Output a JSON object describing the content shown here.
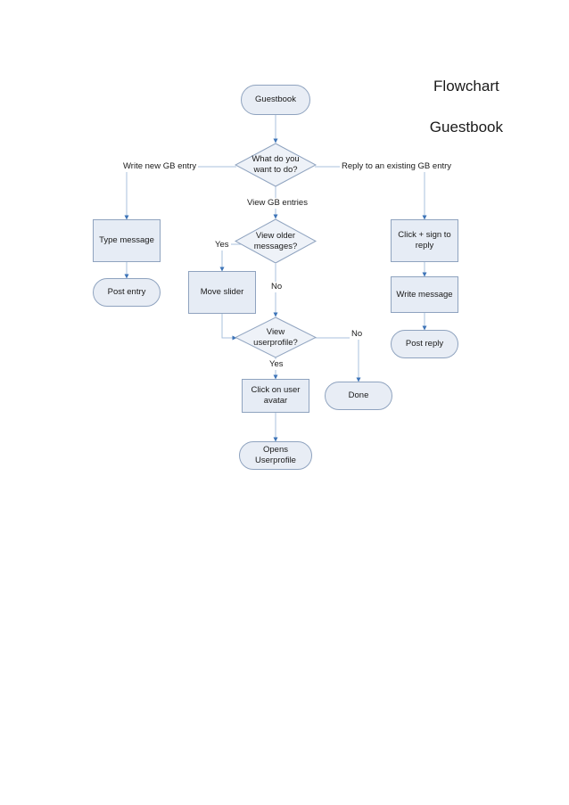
{
  "document": {
    "title_line1": "Flowchart",
    "title_line2": "Guestbook",
    "title": "Flowchart\nGuestbook"
  },
  "theme": {
    "node_fill": "#e6ecf5",
    "node_stroke": "#8fa3bf",
    "terminator_fill": "#e8edf5",
    "connector_color": "#a9c0de",
    "arrow_color": "#3d74b8",
    "text_color": "#1a1a1a",
    "page_background": "#ffffff"
  },
  "chart_data": {
    "type": "diagram",
    "title": "Flowchart Guestbook",
    "nodes": [
      {
        "id": "start",
        "label": "Guestbook",
        "shape": "terminator"
      },
      {
        "id": "what_do",
        "label": "What do you\nwant to do?",
        "shape": "decision"
      },
      {
        "id": "type_msg",
        "label": "Type message",
        "shape": "process"
      },
      {
        "id": "post_entry",
        "label": "Post entry",
        "shape": "terminator"
      },
      {
        "id": "view_older",
        "label": "View older\nmessages?",
        "shape": "decision"
      },
      {
        "id": "move_slider",
        "label": "Move slider",
        "shape": "process"
      },
      {
        "id": "view_profile",
        "label": "View\nuserprofile?",
        "shape": "decision"
      },
      {
        "id": "click_avatar",
        "label": "Click on user\navatar",
        "shape": "process"
      },
      {
        "id": "opens_profile",
        "label": "Opens Userprofile",
        "shape": "terminator"
      },
      {
        "id": "done",
        "label": "Done",
        "shape": "terminator"
      },
      {
        "id": "click_plus",
        "label": "Click + sign to\nreply",
        "shape": "process"
      },
      {
        "id": "write_msg",
        "label": "Write message",
        "shape": "process"
      },
      {
        "id": "post_reply",
        "label": "Post reply",
        "shape": "terminator"
      }
    ],
    "edges": [
      {
        "from": "start",
        "to": "what_do",
        "label": ""
      },
      {
        "from": "what_do",
        "to": "type_msg",
        "label": "Write new GB entry"
      },
      {
        "from": "what_do",
        "to": "view_older",
        "label": "View GB entries"
      },
      {
        "from": "what_do",
        "to": "click_plus",
        "label": "Reply to an existing GB entry"
      },
      {
        "from": "type_msg",
        "to": "post_entry",
        "label": ""
      },
      {
        "from": "view_older",
        "to": "move_slider",
        "label": "Yes"
      },
      {
        "from": "view_older",
        "to": "view_profile",
        "label": "No"
      },
      {
        "from": "move_slider",
        "to": "view_profile",
        "label": ""
      },
      {
        "from": "view_profile",
        "to": "click_avatar",
        "label": "Yes"
      },
      {
        "from": "view_profile",
        "to": "done",
        "label": "No"
      },
      {
        "from": "click_avatar",
        "to": "opens_profile",
        "label": ""
      },
      {
        "from": "click_plus",
        "to": "write_msg",
        "label": ""
      },
      {
        "from": "write_msg",
        "to": "post_reply",
        "label": ""
      }
    ]
  },
  "nodes": {
    "start": "Guestbook",
    "what_do": "What do you\nwant to do?",
    "type_msg": "Type message",
    "post_entry": "Post entry",
    "view_older": "View older\nmessages?",
    "move_slider": "Move slider",
    "view_profile": "View\nuserprofile?",
    "click_avatar": "Click on user\navatar",
    "opens_profile": "Opens Userprofile",
    "done": "Done",
    "click_plus": "Click + sign to\nreply",
    "write_msg": "Write message",
    "post_reply": "Post reply"
  },
  "edge_labels": {
    "write_new": "Write new GB entry",
    "view_entries": "View GB entries",
    "reply_existing": "Reply to an existing GB entry",
    "older_yes": "Yes",
    "older_no": "No",
    "profile_yes": "Yes",
    "profile_no": "No"
  }
}
